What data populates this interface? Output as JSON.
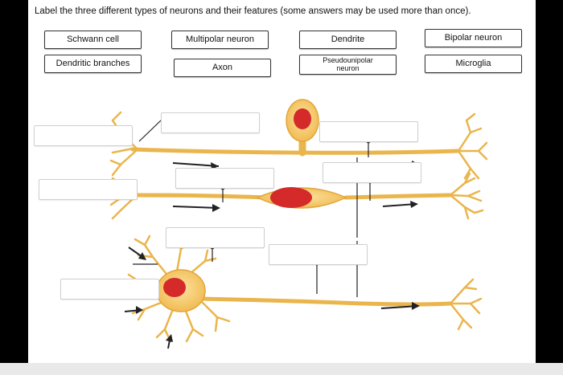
{
  "instruction": "Label the three different types of neurons and their features (some answers may be used more than once).",
  "chips": {
    "schwann_cell": "Schwann cell",
    "multipolar_neuron": "Multipolar neuron",
    "dendrite": "Dendrite",
    "bipolar_neuron": "Bipolar neuron",
    "dendritic_branches": "Dendritic branches",
    "axon": "Axon",
    "pseudounipolar_line1": "Pseudounipolar",
    "pseudounipolar_line2": "neuron",
    "microglia": "Microglia"
  },
  "colors": {
    "neuron_fill": "#f6cf7a",
    "neuron_edge": "#e2a63a",
    "nucleus": "#d42a2a",
    "arrow": "#222222"
  }
}
